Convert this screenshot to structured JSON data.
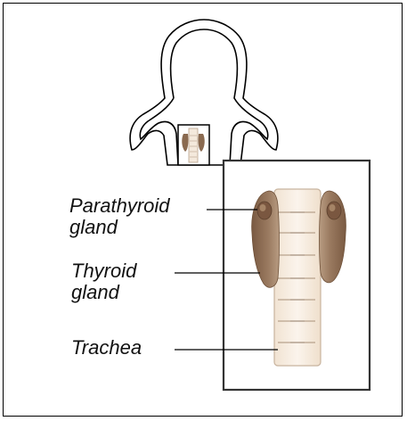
{
  "labels": {
    "parathyroid": "Parathyroid\ngland",
    "thyroid": "Thyroid\ngland",
    "trachea": "Trachea"
  },
  "colors": {
    "gland": "#8a6a50",
    "gland_light": "#b99a7e",
    "parathyroid": "#7a5740",
    "trachea": "#f4e9dc",
    "trachea_ring": "#cbb7a3",
    "outline": "#000000"
  }
}
